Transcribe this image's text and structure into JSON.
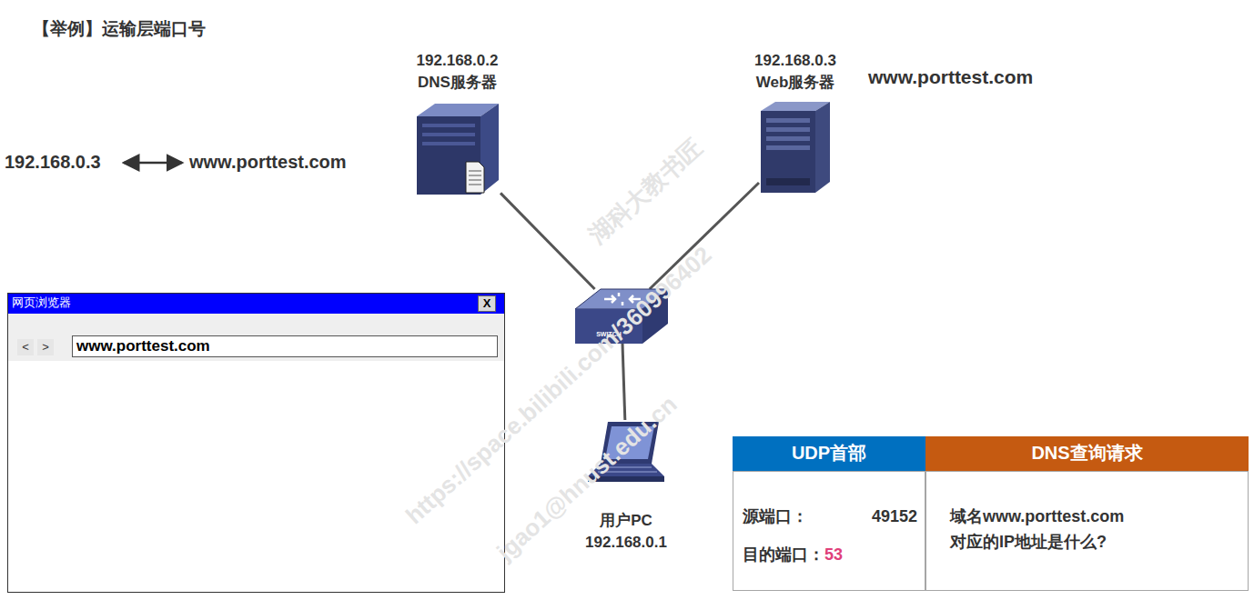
{
  "diagram": {
    "title": "【举例】运输层端口号",
    "nodes": [
      {
        "text": [
          "192.168.0.2",
          "DNS服务器"
        ]
      },
      {
        "text": [
          "192.168.0.3",
          "Web服务器",
          "www.porttest.com"
        ]
      },
      {
        "text": [
          "SWITCH"
        ]
      },
      {
        "text": [
          "用户PC",
          "192.168.0.1"
        ]
      },
      {
        "text": [
          "网页浏览器",
          "X",
          "<",
          ">",
          "www.porttest.com"
        ]
      },
      {
        "text": [
          "UDP首部"
        ]
      },
      {
        "text": [
          "DNS查询请求"
        ]
      },
      {
        "text": [
          "源端口：",
          "49152",
          "目的端口：",
          "53"
        ]
      },
      {
        "text": [
          "域名www.porttest.com 对应的IP地址是什么?"
        ]
      }
    ],
    "edges": [
      {
        "from": 2,
        "to": 0,
        "arrow": "none"
      },
      {
        "from": 2,
        "to": 1,
        "arrow": "none"
      },
      {
        "from": 2,
        "to": 3,
        "arrow": "none"
      }
    ],
    "labels": [
      "192.168.0.3",
      "www.porttest.com",
      "湖科大教书匠",
      "https://space.bilibili.com/360996402",
      "jgao1@hnust.edu.cn"
    ]
  }
}
